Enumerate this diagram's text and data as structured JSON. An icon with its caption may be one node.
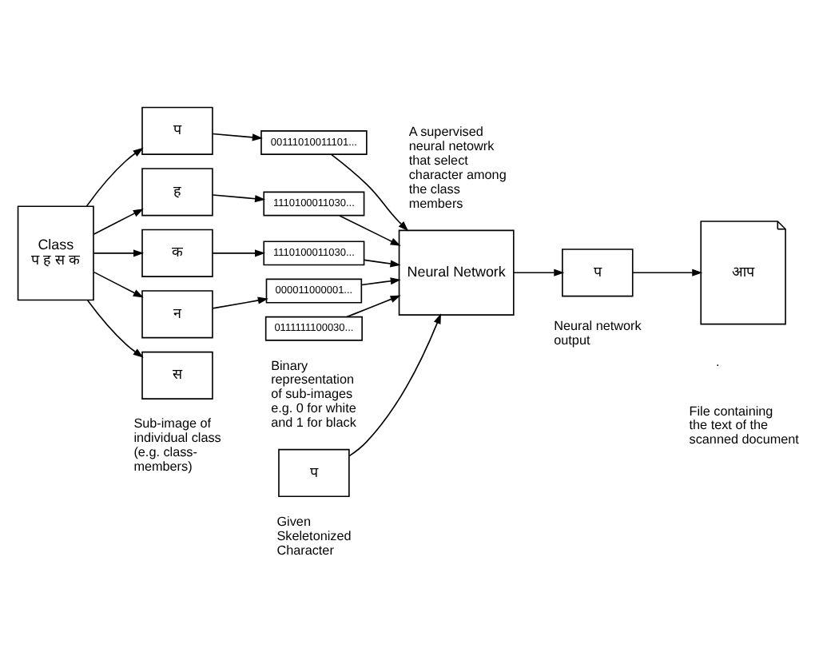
{
  "diagram": {
    "nodes": [
      {
        "text": [
          "Class",
          "प ह स क"
        ]
      },
      {
        "text": [
          "प"
        ]
      },
      {
        "text": [
          "ह"
        ]
      },
      {
        "text": [
          "क"
        ]
      },
      {
        "text": [
          "न"
        ]
      },
      {
        "text": [
          "स"
        ]
      },
      {
        "text": [
          "00111010011101..."
        ]
      },
      {
        "text": [
          "1110100011030..."
        ]
      },
      {
        "text": [
          "1110100011030..."
        ]
      },
      {
        "text": [
          "000011000001..."
        ]
      },
      {
        "text": [
          "0111111100030..."
        ]
      },
      {
        "text": [
          "Neural Network"
        ]
      },
      {
        "text": [
          "प"
        ]
      },
      {
        "text": [
          "प"
        ]
      },
      {
        "text": [
          "आप"
        ]
      }
    ],
    "edges": [
      {
        "from": 0,
        "to": 1,
        "arrow": "to"
      },
      {
        "from": 0,
        "to": 2,
        "arrow": "to"
      },
      {
        "from": 0,
        "to": 3,
        "arrow": "to"
      },
      {
        "from": 0,
        "to": 4,
        "arrow": "to"
      },
      {
        "from": 0,
        "to": 5,
        "arrow": "to"
      },
      {
        "from": 1,
        "to": 6,
        "arrow": "to"
      },
      {
        "from": 2,
        "to": 7,
        "arrow": "to"
      },
      {
        "from": 3,
        "to": 8,
        "arrow": "to"
      },
      {
        "from": 4,
        "to": 9,
        "arrow": "to"
      },
      {
        "from": 6,
        "to": 11,
        "arrow": "to"
      },
      {
        "from": 7,
        "to": 11,
        "arrow": "to"
      },
      {
        "from": 8,
        "to": 11,
        "arrow": "to"
      },
      {
        "from": 9,
        "to": 11,
        "arrow": "to"
      },
      {
        "from": 10,
        "to": 11,
        "arrow": "to"
      },
      {
        "from": 13,
        "to": 11,
        "arrow": "to"
      },
      {
        "from": 11,
        "to": 12,
        "arrow": "to"
      },
      {
        "from": 12,
        "to": 14,
        "arrow": "to"
      }
    ],
    "labels": [
      "A supervised neural netowrk that select character among the class members",
      "Sub-image of individual class (e.g. class-members)",
      "Binary representation of sub-images e.g. 0 for white and 1 for black",
      "Given Skeletonized Character",
      "Neural network output",
      "File containing the text of the scanned document",
      "."
    ]
  }
}
